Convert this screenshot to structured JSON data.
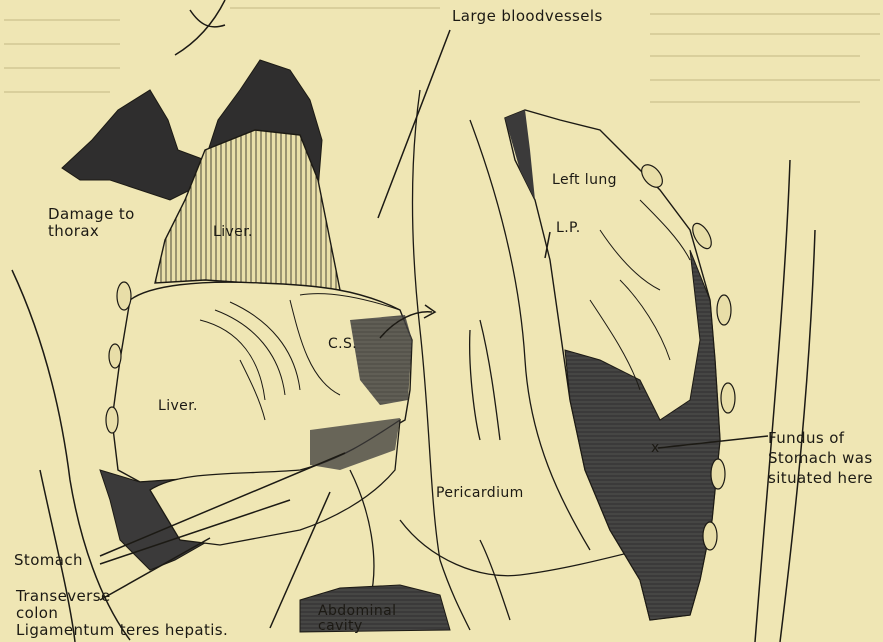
{
  "labels": {
    "large_bloodvessels": "Large bloodvessels",
    "damage_to_thorax": "Damage to\nthorax",
    "liver_upper": "Liver.",
    "left_lung": "Left lung",
    "lp": "L.P.",
    "cs": "C.S.",
    "liver_lower": "Liver.",
    "pericardium": "Pericardium",
    "fundus": "Fundus of\nStomach was\nsituated here",
    "x_mark": "x",
    "stomach": "Stomach",
    "transverse_colon": "Transeverse\ncolon",
    "ligamentum": "Ligamentum teres hepatis.",
    "abdominal_cavity": "Abdominal\ncavity"
  },
  "colors": {
    "paper": "#efe6b4",
    "ink": "#1c1a14",
    "dark_fill": "#3b3a3a"
  }
}
